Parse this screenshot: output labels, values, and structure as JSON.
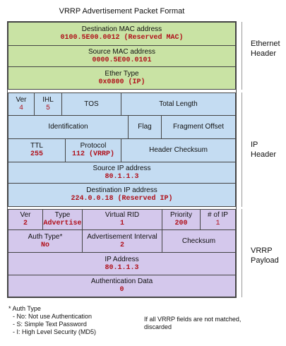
{
  "title": "VRRP Advertisement Packet Format",
  "ethernet": {
    "dst_label": "Destination MAC address",
    "dst_value": "0100.5E00.0012 (Reserved MAC)",
    "src_label": "Source MAC address",
    "src_value": "0000.5E00.0101",
    "type_label": "Ether Type",
    "type_value": "0x0800 (IP)"
  },
  "ip": {
    "ver_label": "Ver",
    "ver_value": "4",
    "ihl_label": "IHL",
    "ihl_value": "5",
    "tos_label": "TOS",
    "total_length_label": "Total Length",
    "identification_label": "Identification",
    "flag_label": "Flag",
    "fragment_offset_label": "Fragment Offset",
    "ttl_label": "TTL",
    "ttl_value": "255",
    "protocol_label": "Protocol",
    "protocol_value": "112 (VRRP)",
    "header_checksum_label": "Header Checksum",
    "src_ip_label": "Source IP address",
    "src_ip_value": "80.1.1.3",
    "dst_ip_label": "Destination IP address",
    "dst_ip_value": "224.0.0.18 (Reserved IP)"
  },
  "vrrp": {
    "ver_label": "Ver",
    "ver_value": "2",
    "type_label": "Type",
    "type_value": "Advertise",
    "vrid_label": "Virtual RID",
    "vrid_value": "1",
    "priority_label": "Priority",
    "priority_value": "200",
    "num_ip_label": "# of IP",
    "num_ip_value": "1",
    "auth_type_label": "Auth Type*",
    "auth_type_value": "No",
    "adv_interval_label": "Advertisement Interval",
    "adv_interval_value": "2",
    "checksum_label": "Checksum",
    "ip_address_label": "IP Address",
    "ip_address_value": "80.1.1.3",
    "auth_data_label": "Authentication Data",
    "auth_data_value": "0"
  },
  "side_labels": {
    "ethernet": [
      "Ethernet",
      "Header"
    ],
    "ip": [
      "IP",
      "Header"
    ],
    "vrrp": [
      "VRRP",
      "Payload"
    ]
  },
  "footnote": {
    "heading": "* Auth Type",
    "items": [
      "- No: Not use Authentication",
      "- S: Simple Text Password",
      "- I: High Level Security (MD5)"
    ],
    "note_lines": [
      "If all VRRP fields are not matched,",
      "discarded"
    ]
  }
}
